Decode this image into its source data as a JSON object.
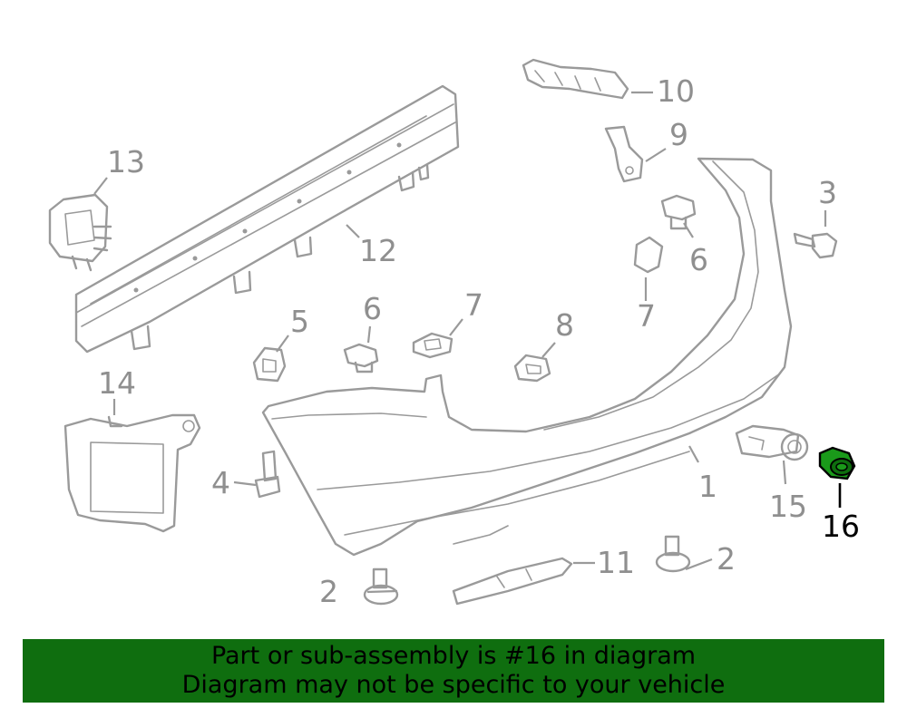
{
  "callouts": {
    "c1": "1",
    "c2a": "2",
    "c2b": "2",
    "c3": "3",
    "c4": "4",
    "c5": "5",
    "c6a": "6",
    "c6b": "6",
    "c7a": "7",
    "c7b": "7",
    "c8": "8",
    "c9": "9",
    "c10": "10",
    "c11": "11",
    "c12": "12",
    "c13": "13",
    "c14": "14",
    "c15": "15",
    "c16": "16"
  },
  "highlighted_part": "16",
  "colors": {
    "line_art": "#9a9a9a",
    "highlight": "#1a9a1a",
    "banner_background": "#0f6e0f",
    "banner_text": "#000000"
  },
  "banner": {
    "line1": "Part or sub-assembly is #16 in diagram",
    "line2": "Diagram may not be specific to your vehicle"
  }
}
